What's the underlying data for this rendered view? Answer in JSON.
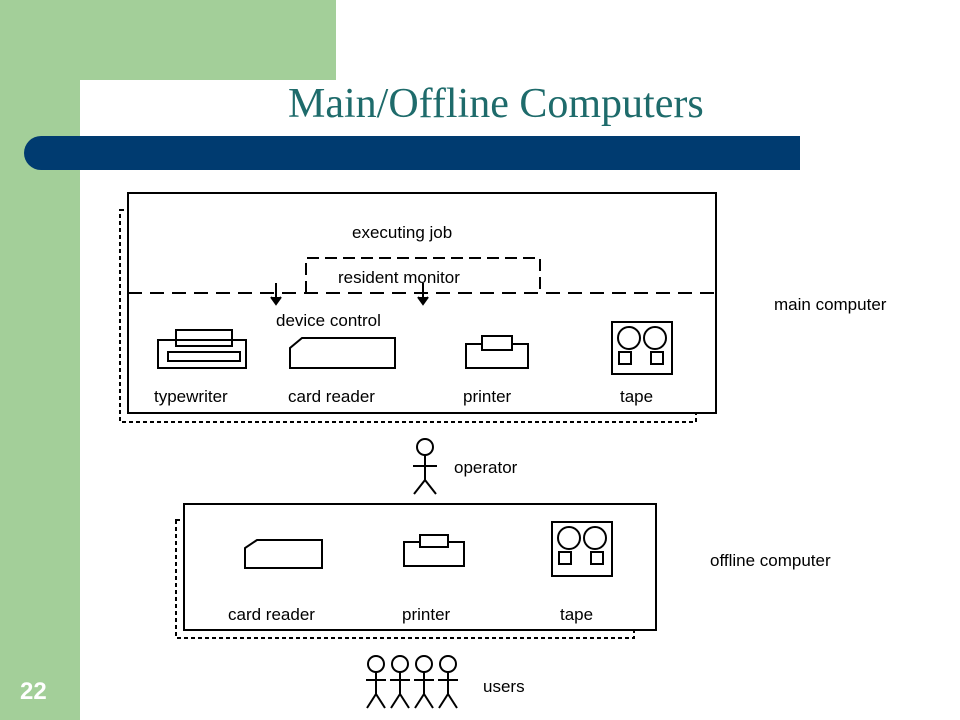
{
  "slide": {
    "title": "Main/Offline Computers",
    "number": "22"
  },
  "diagram": {
    "main_computer": {
      "caption": "main computer",
      "executing_job": "executing job",
      "resident_monitor": "resident monitor",
      "device_control": "device control",
      "devices": [
        "typewriter",
        "card reader",
        "printer",
        "tape"
      ]
    },
    "operator": "operator",
    "offline_computer": {
      "caption": "offline computer",
      "devices": [
        "card reader",
        "printer",
        "tape"
      ]
    },
    "users": "users"
  }
}
